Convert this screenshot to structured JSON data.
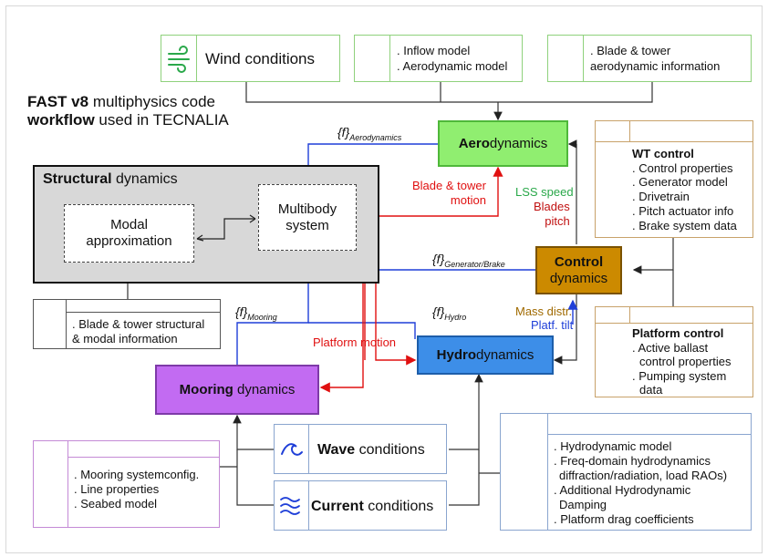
{
  "title": {
    "line1_bold": "FAST v8",
    "line1_rest": " multiphysics code",
    "line2_bold": "workflow",
    "line2_rest": " used in TECNALIA"
  },
  "top_boxes": {
    "wind": "Wind conditions",
    "inflow": [
      ". Inflow model",
      ". Aerodynamic model"
    ],
    "blade_tower": [
      ". Blade & tower",
      "aerodynamic information"
    ]
  },
  "modules": {
    "aero_bold": "Aero",
    "aero_rest": "dynamics",
    "structural_bold": "Structural",
    "structural_rest": " dynamics",
    "modal": [
      "Modal",
      "approximation"
    ],
    "multibody": [
      "Multibody",
      "system"
    ],
    "control_bold": "Control",
    "control_rest": "dynamics",
    "hydro_bold": "Hydro",
    "hydro_rest": "dynamics",
    "mooring_bold": "Mooring",
    "mooring_rest": " dynamics"
  },
  "labels": {
    "f": "{f}",
    "f_aero_sub": "Aerodynamics",
    "f_gen_sub": "Generator/Brake",
    "f_mooring_sub": "Mooring",
    "f_hydro_sub": "Hydro",
    "blade_tower_motion": [
      "Blade & tower",
      "motion"
    ],
    "lss_speed": "LSS speed",
    "blades_pitch": [
      "Blades",
      "pitch"
    ],
    "platform_motion": "Platform motion",
    "mass_distr": "Mass distr.",
    "platf_tilt": "Platf. tilt"
  },
  "wt_control": {
    "title": "WT control",
    "items": [
      ". Control properties",
      ". Generator model",
      ". Drivetrain",
      ". Pitch actuator info",
      ". Brake system data"
    ]
  },
  "platform_control": {
    "title": "Platform control",
    "items": [
      ". Active ballast",
      "control properties",
      ". Pumping system",
      "data"
    ]
  },
  "structural_info": [
    ". Blade & tower structural",
    "& modal information"
  ],
  "mooring_info": [
    ". Mooring systemconfig.",
    ". Line properties",
    ". Seabed model"
  ],
  "wave": {
    "bold": "Wave",
    "rest": " conditions"
  },
  "current": {
    "bold": "Current",
    "rest": " conditions"
  },
  "hydro_info": [
    ". Hydrodynamic model",
    ". Freq-domain hydrodynamics",
    "diffraction/radiation, load RAOs)",
    ". Additional Hydrodynamic",
    "Damping",
    ". Platform drag coefficients"
  ],
  "colors": {
    "aero": "#90ee70",
    "control": "#cc8a00",
    "hydro": "#3d8ee8",
    "mooring": "#c26bf2",
    "structural": "#d8d8d8",
    "arrow_blue": "#1f3fd8",
    "arrow_red": "#e01010"
  },
  "icons": [
    "wind-icon",
    "wave-icon",
    "current-icon"
  ]
}
